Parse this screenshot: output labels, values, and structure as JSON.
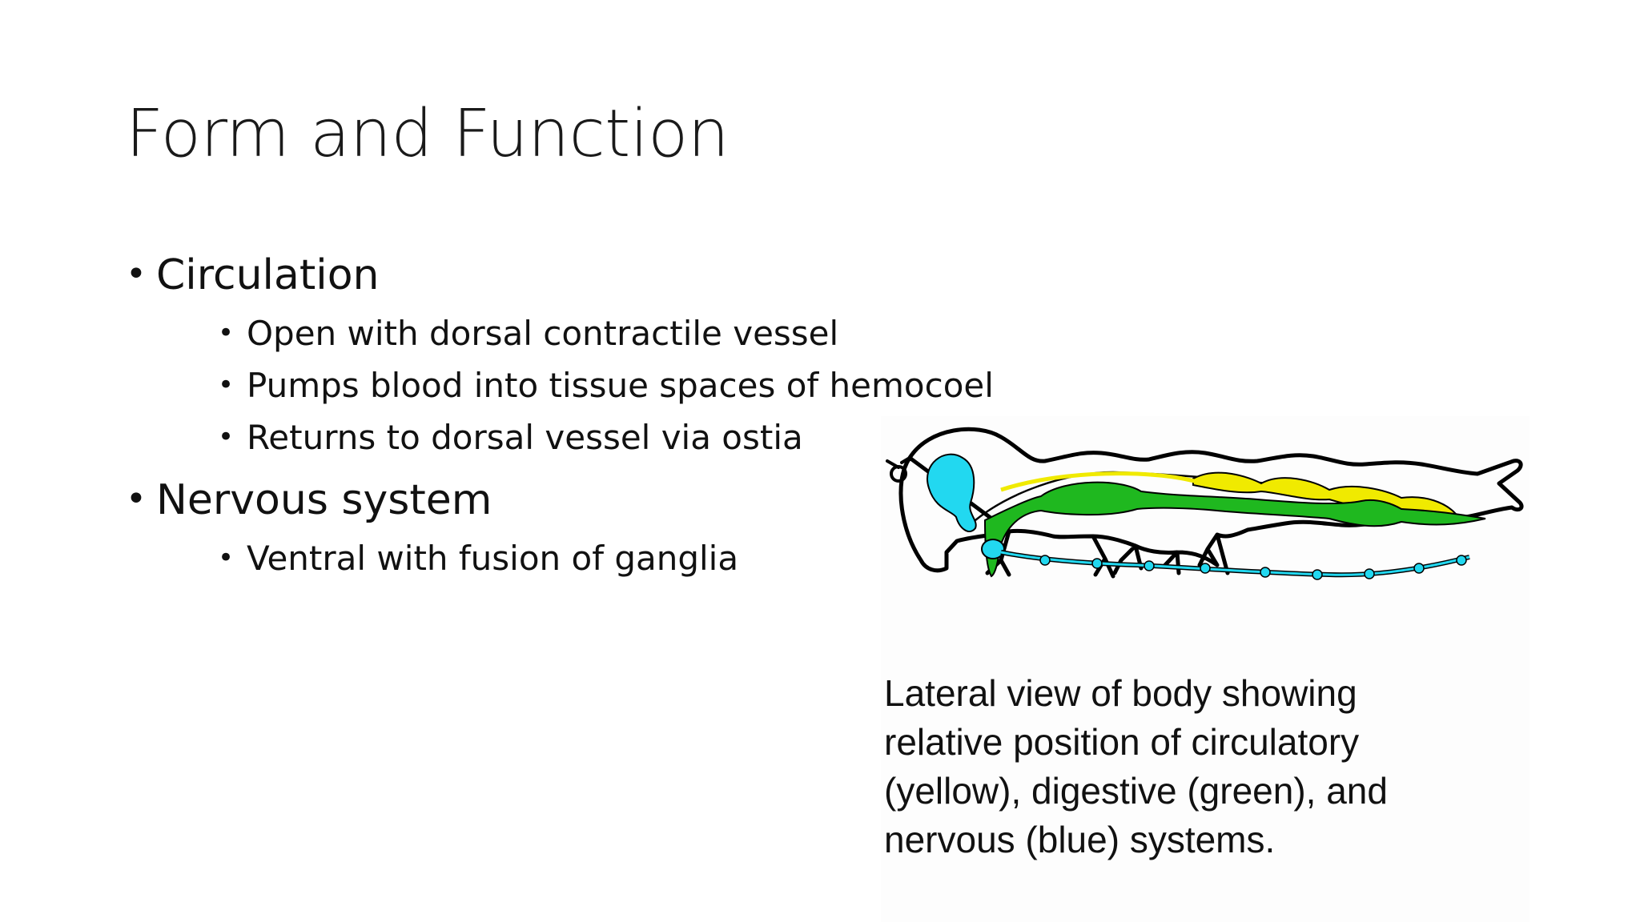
{
  "slide": {
    "title": "Form and Function",
    "bullets": [
      {
        "label": "Circulation",
        "sub": [
          "Open with dorsal contractile vessel",
          "Pumps blood into tissue spaces of hemocoel",
          "Returns to dorsal vessel via ostia"
        ]
      },
      {
        "label": "Nervous system",
        "sub": [
          "Ventral with fusion of ganglia"
        ]
      }
    ],
    "figure": {
      "caption": "Lateral view of body showing\nrelative position of circulatory\n(yellow), digestive (green), and\nnervous (blue) systems.",
      "colors": {
        "circulatory": "#f0ea00",
        "digestive": "#1fb81f",
        "nervous": "#22d8f0",
        "outline": "#000000"
      }
    }
  }
}
